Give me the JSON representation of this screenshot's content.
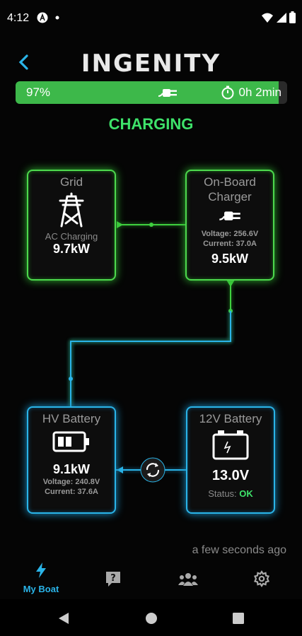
{
  "status_bar": {
    "time": "4:12"
  },
  "header": {
    "logo": "INGENITY"
  },
  "charge": {
    "percent_label": "97%",
    "percent": 97,
    "time_remaining": "0h 2min",
    "state": "CHARGING"
  },
  "grid": {
    "title": "Grid",
    "mode": "AC Charging",
    "power": "9.7kW"
  },
  "charger": {
    "title_line1": "On-Board",
    "title_line2": "Charger",
    "voltage": "Voltage: 256.6V",
    "current": "Current: 37.0A",
    "power": "9.5kW"
  },
  "hv_battery": {
    "title": "HV Battery",
    "power": "9.1kW",
    "voltage": "Voltage: 240.8V",
    "current": "Current: 37.6A"
  },
  "lv_battery": {
    "title": "12V Battery",
    "voltage": "13.0V",
    "status_label": "Status: ",
    "status_value": "OK"
  },
  "last_update": "a few seconds ago",
  "tabs": [
    {
      "label": "My Boat",
      "icon": "bolt-icon",
      "active": true
    },
    {
      "label": "",
      "icon": "help-icon"
    },
    {
      "label": "",
      "icon": "community-icon"
    },
    {
      "label": "",
      "icon": "gear-icon"
    }
  ],
  "colors": {
    "green": "#3ee26a",
    "blue": "#2ab4e8",
    "progress": "#3db84a"
  }
}
